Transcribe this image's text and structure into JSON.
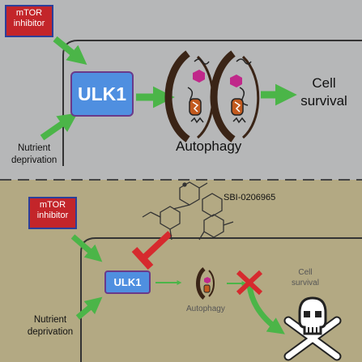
{
  "top": {
    "inhibitor_label": "mTOR\ninhibitor",
    "kinase_label": "ULK1",
    "stress_label": "Nutrient\ndeprivation",
    "process_label": "Autophagy",
    "outcome_label": "Cell\nsurvival"
  },
  "bottom": {
    "inhibitor_label": "mTOR\ninhibitor",
    "kinase_label": "ULK1",
    "stress_label": "Nutrient\ndeprivation",
    "process_label": "Autophagy",
    "outcome_label": "Cell\nsurvival",
    "compound_label": "SBI-0206965"
  },
  "colors": {
    "top_panel_bg": "#b6b7b8",
    "bottom_panel_bg": "#b3a983",
    "arrow_green": "#4bb548",
    "block_red": "#d62a2e",
    "kinase_fill": "#4f8fe0",
    "kinase_border": "#6a3a8a",
    "inhibitor_fill": "#c3252a",
    "inhibitor_border": "#2b3f9a"
  },
  "icons": [
    "autophagosome-icon",
    "compound-structure-icon",
    "skull-crossbones-icon",
    "block-x-icon"
  ]
}
